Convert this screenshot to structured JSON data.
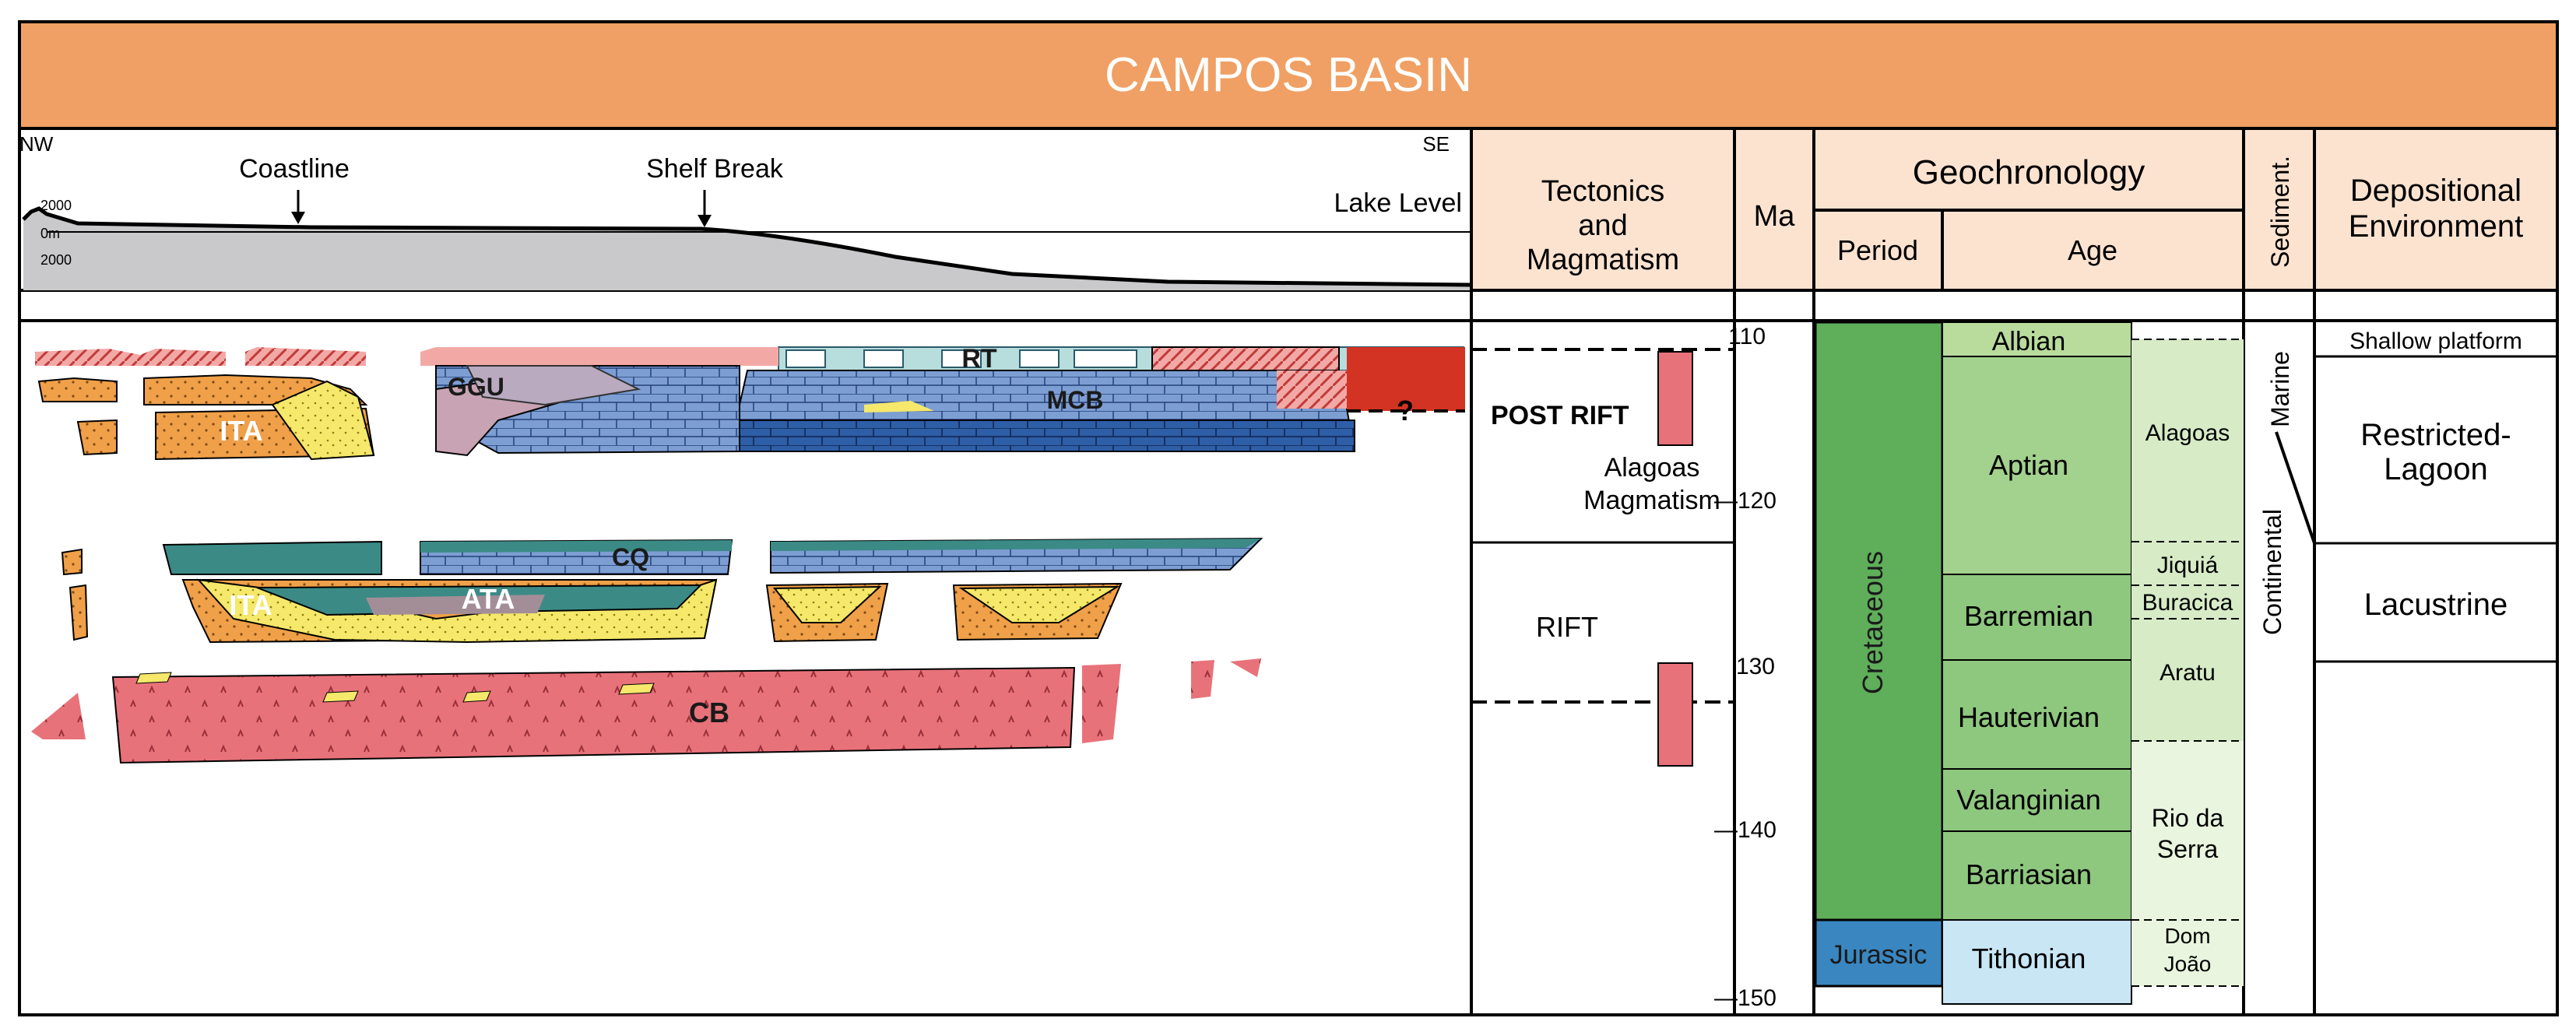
{
  "title": "CAMPOS BASIN",
  "section": {
    "orientation_left": "NW",
    "orientation_right": "SE",
    "coastline": "Coastline",
    "shelf_break": "Shelf Break",
    "lake_level": "Lake Level",
    "depth_labels": [
      "2000",
      "0m",
      "2000"
    ]
  },
  "units": [
    {
      "label": "RT"
    },
    {
      "label": "GGU"
    },
    {
      "label": "MCB"
    },
    {
      "label": "?"
    },
    {
      "label": "ITA"
    },
    {
      "label": "CQ"
    },
    {
      "label": "ITA"
    },
    {
      "label": "ATA"
    },
    {
      "label": "CB"
    }
  ],
  "headers": {
    "tectonics": [
      "Tectonics",
      "and",
      "Magmatism"
    ],
    "ma": "Ma",
    "geochronology": "Geochronology",
    "period": "Period",
    "age": "Age",
    "sediment": "Sediment.",
    "depositional": [
      "Depositional",
      "Environment"
    ]
  },
  "tectonics": {
    "post_rift": "POST RIFT",
    "magmatism": [
      "Alagoas",
      "Magmatism"
    ],
    "rift": "RIFT"
  },
  "ma_ticks": [
    "110",
    "—120",
    "130",
    "—140",
    "—150"
  ],
  "periods": [
    "Cretaceous",
    "Jurassic"
  ],
  "ages": [
    "Albian",
    "Aptian",
    "Barremian",
    "Hauterivian",
    "Valanginian",
    "Barriasian",
    "Tithonian"
  ],
  "local_stages": [
    "Alagoas",
    "Jiquiá",
    "Buracica",
    "Aratu",
    "Rio da",
    "Serra",
    "Dom",
    "João"
  ],
  "sediment": [
    "Marine",
    "Continental"
  ],
  "environments": [
    "Shallow platform",
    "Restricted-",
    "Lagoon",
    "Lacustrine"
  ],
  "colors": {
    "title_bar": "#f0a064",
    "header_fill": "#fbe3d0",
    "cretaceous": "#5fae5a",
    "jurassic": "#3a86c0",
    "age_green": "#8ec77e",
    "albian": "#b9dc9d",
    "aptian": "#a3d18e",
    "stage_light": "#d6ebc6",
    "stage_lighter": "#e9f5de",
    "tithonian": "#c9e6f5",
    "basement": "#e8727a",
    "orange_fill": "#f0a048",
    "yellow_fill": "#f5e86a",
    "carbonate_blue": "#7d9ed2",
    "carbonate_dark": "#2e5ea6",
    "teal": "#3b8a86",
    "red_fill": "#d33322",
    "mauve": "#c8a3b4"
  }
}
